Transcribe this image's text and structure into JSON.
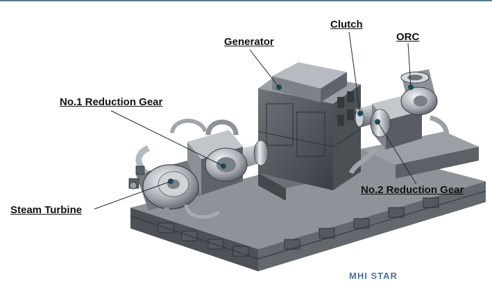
{
  "labels": {
    "generator": "Generator",
    "clutch": "Clutch",
    "orc": "ORC",
    "reduction_gear_1": "No.1 Reduction Gear",
    "reduction_gear_2": "No.2 Reduction Gear",
    "steam_turbine": "Steam Turbine"
  },
  "footer": "MHI STAR"
}
